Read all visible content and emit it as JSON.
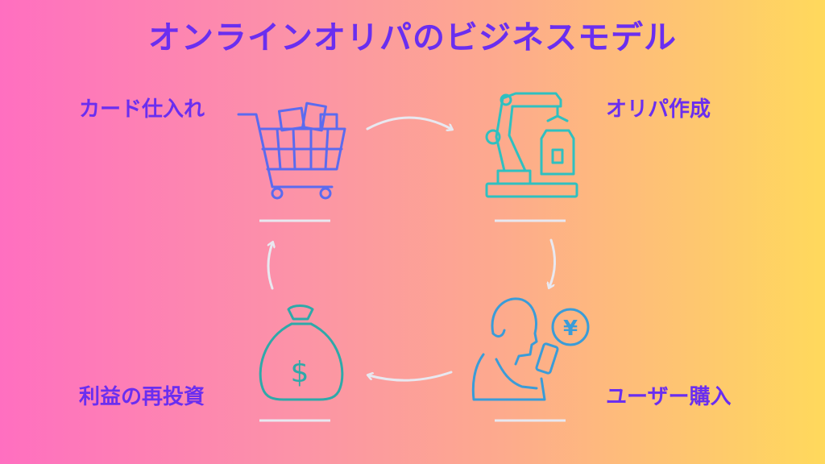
{
  "title": "オンラインオリパのビジネスモデル",
  "steps": [
    {
      "label": "カード仕入れ",
      "icon": "shopping-cart-icon"
    },
    {
      "label": "オリパ作成",
      "icon": "robot-arm-icon"
    },
    {
      "label": "ユーザー購入",
      "icon": "user-phone-yen-icon"
    },
    {
      "label": "利益の再投資",
      "icon": "money-bag-icon"
    }
  ],
  "currency_symbol": "¥",
  "dollar_symbol": "$",
  "colors": {
    "title": "#6a2ef0",
    "cart": "#5b6bef",
    "robot": "#2fc0c0",
    "user": "#3a9cd8",
    "bag": "#2ea9a9",
    "arrow": "#e8e8f0"
  }
}
